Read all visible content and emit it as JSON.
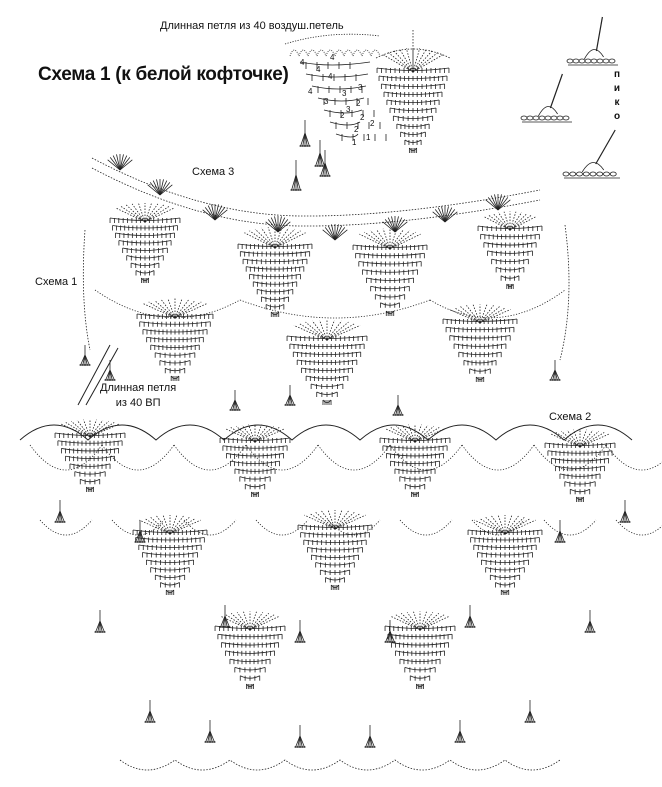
{
  "labels": {
    "title": "Схема 1 (к белой кофточке)",
    "top_loop_note": "Длинная петля из 40 воздуш.петель",
    "scheme3": "Схема 3",
    "scheme1": "Схема 1",
    "scheme2": "Схема 2",
    "long_loop_line1": "Длинная петля",
    "long_loop_line2": "из 40 ВП",
    "piko": "пико"
  },
  "row_numbers": [
    "4",
    "4",
    "4",
    "4",
    "4",
    "3",
    "3",
    "3",
    "3",
    "2",
    "2",
    "2",
    "2",
    "2",
    "1",
    "1"
  ]
}
